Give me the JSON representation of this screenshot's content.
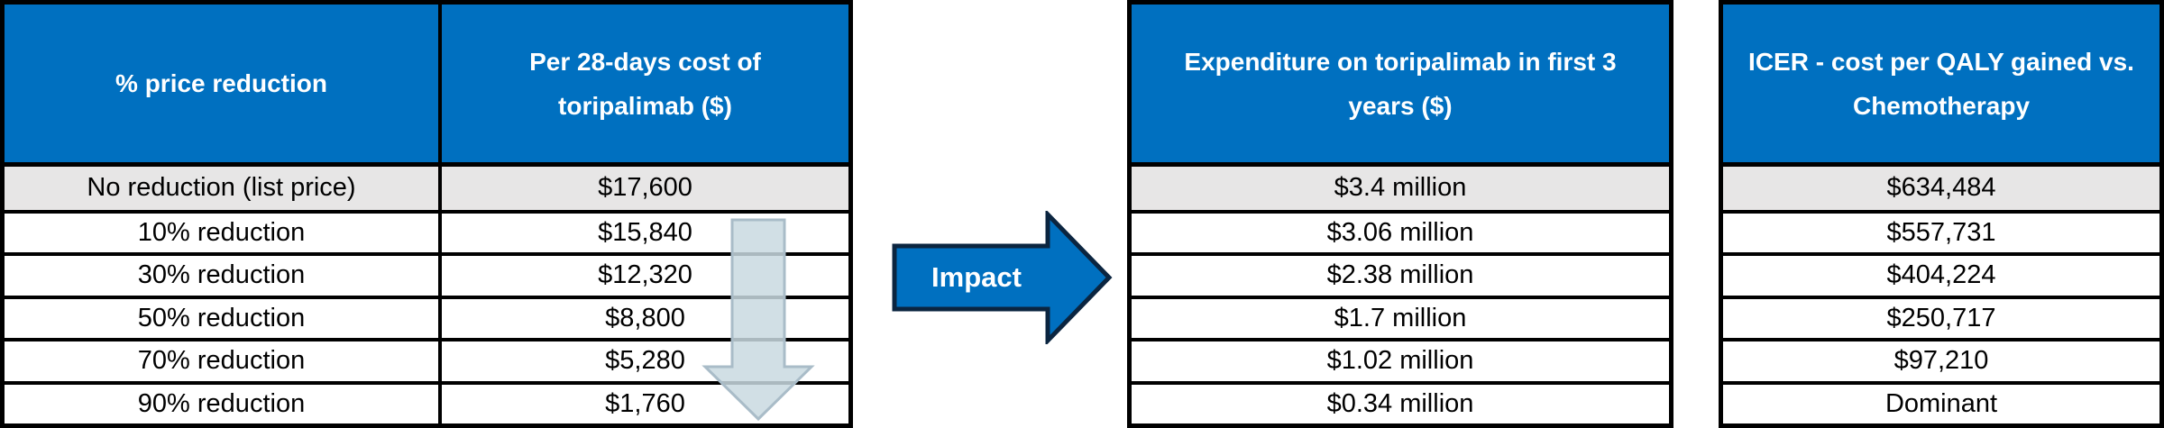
{
  "colors": {
    "header_bg": "#0070C0",
    "header_text": "#FFFFFF",
    "baseline_row_bg": "#E7E6E6",
    "border": "#000000",
    "impact_arrow_fill": "#0070C0",
    "impact_arrow_outline": "#0B2540",
    "down_arrow_fill": "#C9D9E1",
    "down_arrow_outline": "#A9BCC8"
  },
  "price_table": {
    "headers": [
      "% price reduction",
      "Per 28-days cost of toripalimab ($)"
    ],
    "rows": [
      {
        "reduction": "No reduction (list price)",
        "cost": "$17,600"
      },
      {
        "reduction": "10% reduction",
        "cost": "$15,840"
      },
      {
        "reduction": "30% reduction",
        "cost": "$12,320"
      },
      {
        "reduction": "50% reduction",
        "cost": "$8,800"
      },
      {
        "reduction": "70% reduction",
        "cost": "$5,280"
      },
      {
        "reduction": "90% reduction",
        "cost": "$1,760"
      }
    ]
  },
  "impact_arrow": {
    "label": "Impact",
    "icon": "right-arrow-icon"
  },
  "down_arrow": {
    "icon": "down-arrow-icon"
  },
  "expenditure_table": {
    "header": "Expenditure on toripalimab in first 3 years ($)",
    "rows": [
      "$3.4 million",
      "$3.06 million",
      "$2.38 million",
      "$1.7 million",
      "$1.02 million",
      "$0.34 million"
    ]
  },
  "icer_table": {
    "header": "ICER - cost per QALY gained vs. Chemotherapy",
    "rows": [
      "$634,484",
      "$557,731",
      "$404,224",
      "$250,717",
      "$97,210",
      "Dominant"
    ]
  }
}
